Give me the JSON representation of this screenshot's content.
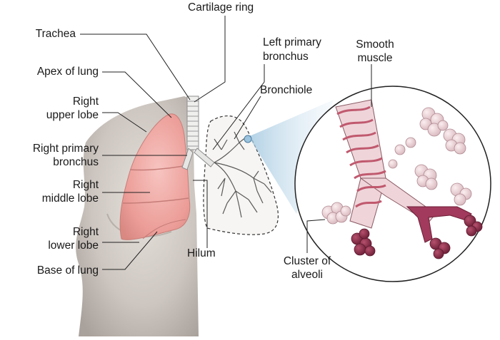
{
  "labels": {
    "cartilage_ring": "Cartilage ring",
    "trachea": "Trachea",
    "apex_of_lung": "Apex of lung",
    "right_upper_lobe_1": "Right",
    "right_upper_lobe_2": "upper lobe",
    "right_primary_bronchus_1": "Right primary",
    "right_primary_bronchus_2": "bronchus",
    "right_middle_lobe_1": "Right",
    "right_middle_lobe_2": "middle lobe",
    "right_lower_lobe_1": "Right",
    "right_lower_lobe_2": "lower lobe",
    "base_of_lung": "Base of lung",
    "hilum": "Hilum",
    "left_primary_bronchus_1": "Left primary",
    "left_primary_bronchus_2": "bronchus",
    "bronchiole": "Bronchiole",
    "smooth_muscle_1": "Smooth",
    "smooth_muscle_2": "muscle",
    "cluster_of_alveoli_1": "Cluster of",
    "cluster_of_alveoli_2": "alveoli"
  },
  "colors": {
    "lung_fill": "#f0a7a3",
    "lung_shade": "#d98a86",
    "skin": "#cfc8c2",
    "alveoli_light": "#efd8dc",
    "alveoli_dark": "#8a2a4a",
    "leader_line": "#222222"
  }
}
